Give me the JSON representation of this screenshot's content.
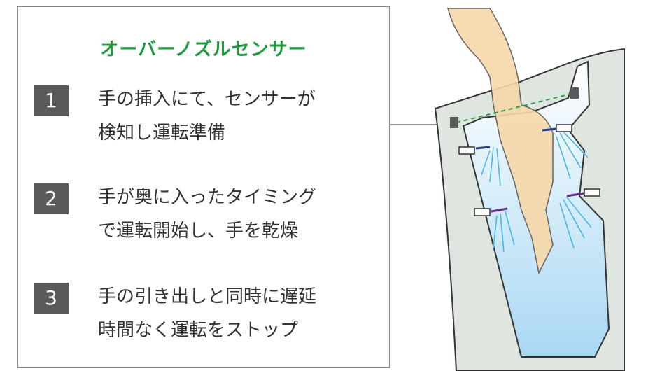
{
  "title": "オーバーノズルセンサー",
  "steps": [
    {
      "number": "1",
      "lines": [
        "手の挿入にて、センサーが",
        "検知し運転準備"
      ]
    },
    {
      "number": "2",
      "lines": [
        "手が奥に入ったタイミング",
        "で運転開始し、手を乾燥"
      ]
    },
    {
      "number": "3",
      "lines": [
        "手の引き出しと同時に遅延",
        "時間なく運転をストップ"
      ]
    }
  ],
  "colors": {
    "title": "#1f9a3e",
    "badge": "#5a5a5a",
    "sensor_beam": "#2ea24a",
    "air": "#3fb4ea",
    "arrow_blue": "#1f3a8f",
    "arrow_purple": "#6a2a8a"
  }
}
